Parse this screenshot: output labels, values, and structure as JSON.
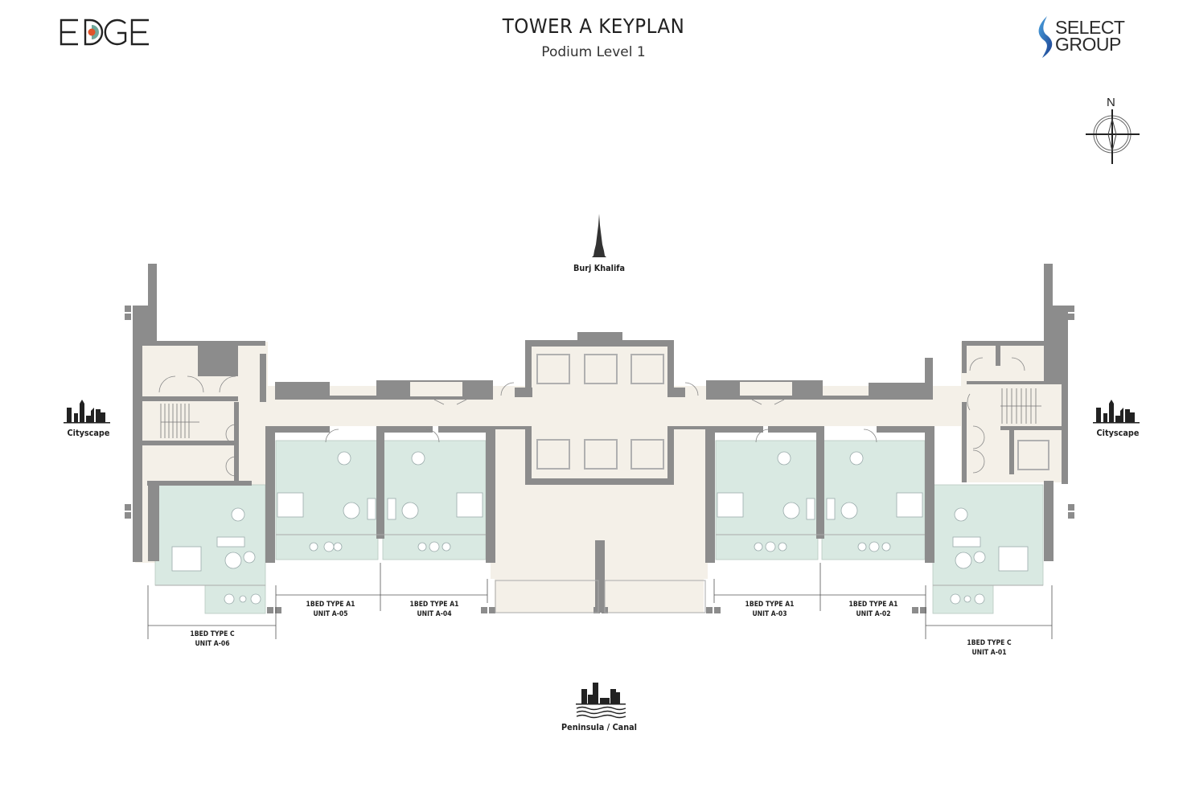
{
  "header": {
    "title": "TOWER A KEYPLAN",
    "subtitle": "Podium Level 1",
    "left_logo": {
      "text": "EDGE",
      "icon": "edge-logo"
    },
    "right_logo": {
      "line1": "SELECT",
      "line2": "GROUP",
      "icon": "select-group-flame-logo"
    }
  },
  "compass": {
    "label": "N",
    "icon": "north-arrow-compass-icon"
  },
  "views": {
    "north": {
      "label": "Burj Khalifa",
      "icon": "burj-khalifa-icon"
    },
    "west": {
      "label": "Cityscape",
      "icon": "cityscape-skyline-icon"
    },
    "east": {
      "label": "Cityscape",
      "icon": "cityscape-skyline-icon"
    },
    "south": {
      "label": "Peninsula / Canal",
      "icon": "peninsula-canal-icon"
    }
  },
  "units": [
    {
      "type": "1BED TYPE C",
      "unit": "UNIT A-06"
    },
    {
      "type": "1BED TYPE A1",
      "unit": "UNIT A-05"
    },
    {
      "type": "1BED TYPE A1",
      "unit": "UNIT A-04"
    },
    {
      "type": "1BED TYPE A1",
      "unit": "UNIT A-03"
    },
    {
      "type": "1BED TYPE A1",
      "unit": "UNIT A-02"
    },
    {
      "type": "1BED TYPE C",
      "unit": "UNIT A-01"
    }
  ],
  "colors": {
    "wall": "#8c8c8c",
    "common_area": "#f4f0e8",
    "unit_fill": "#d9e9e2",
    "background": "#ffffff",
    "select_blue": "#1f5fa8",
    "edge_orange": "#e0542a",
    "edge_teal": "#6fa89a"
  }
}
